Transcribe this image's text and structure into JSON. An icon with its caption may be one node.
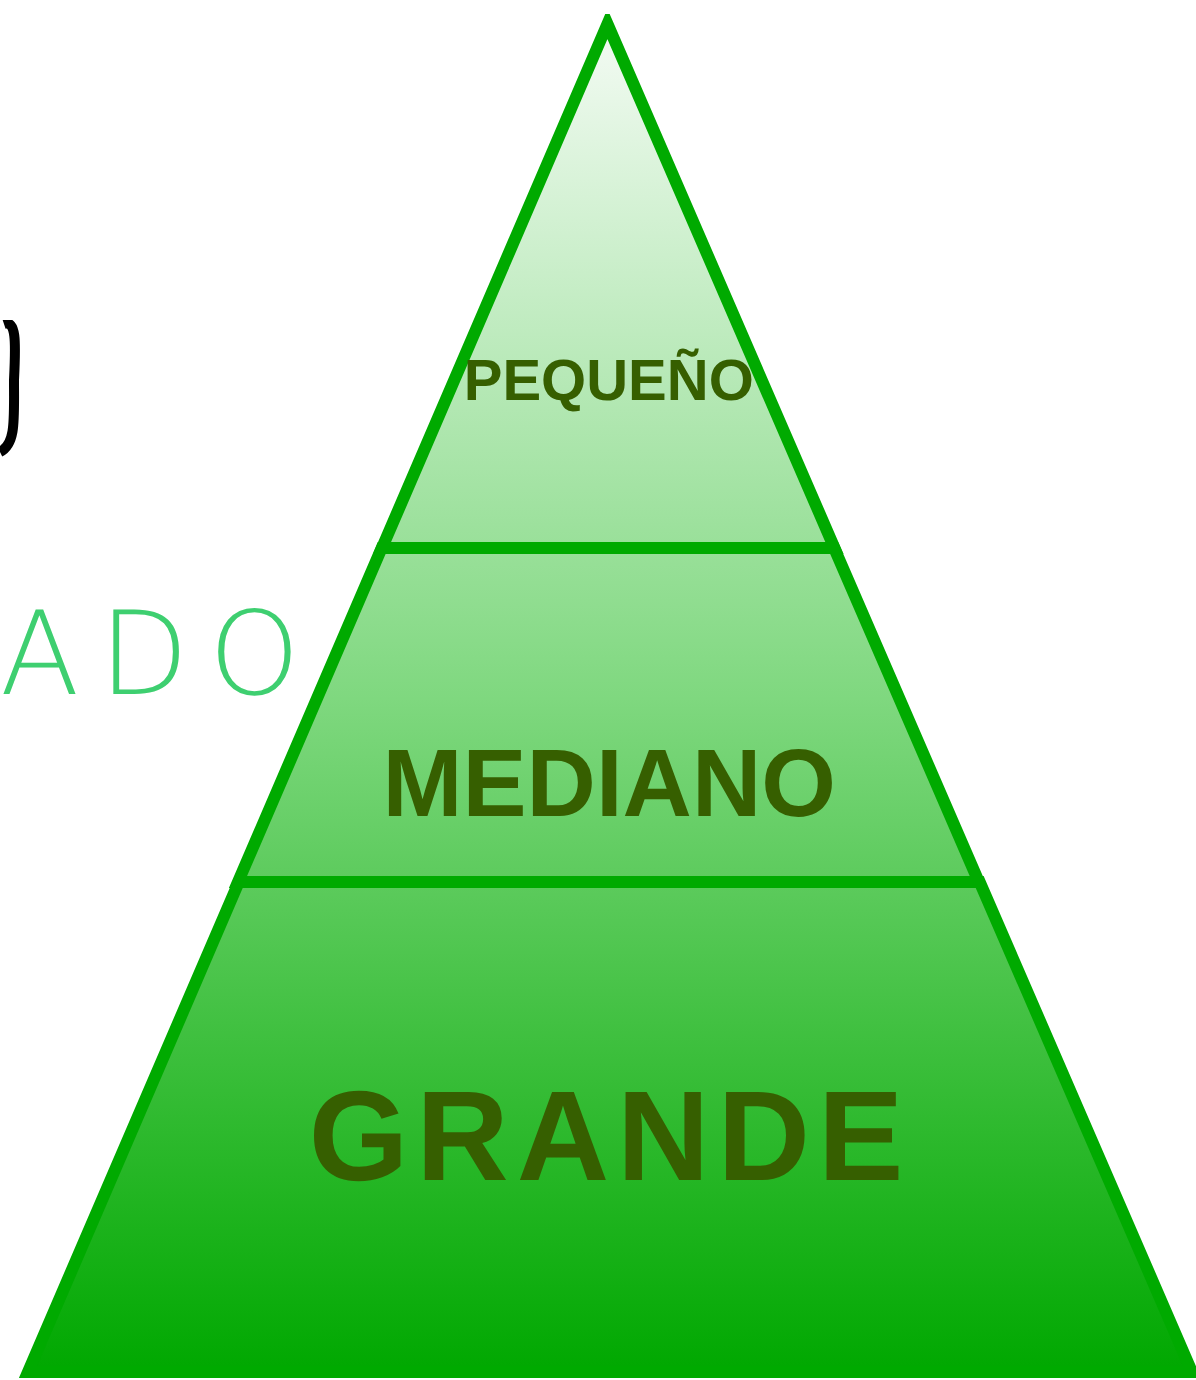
{
  "diagram": {
    "nodes": [
      {
        "text": [
          "PEQUEÑO"
        ]
      },
      {
        "text": [
          "MEDIANO"
        ]
      },
      {
        "text": [
          "GRANDE"
        ]
      }
    ],
    "labels": [
      "ADO"
    ]
  }
}
